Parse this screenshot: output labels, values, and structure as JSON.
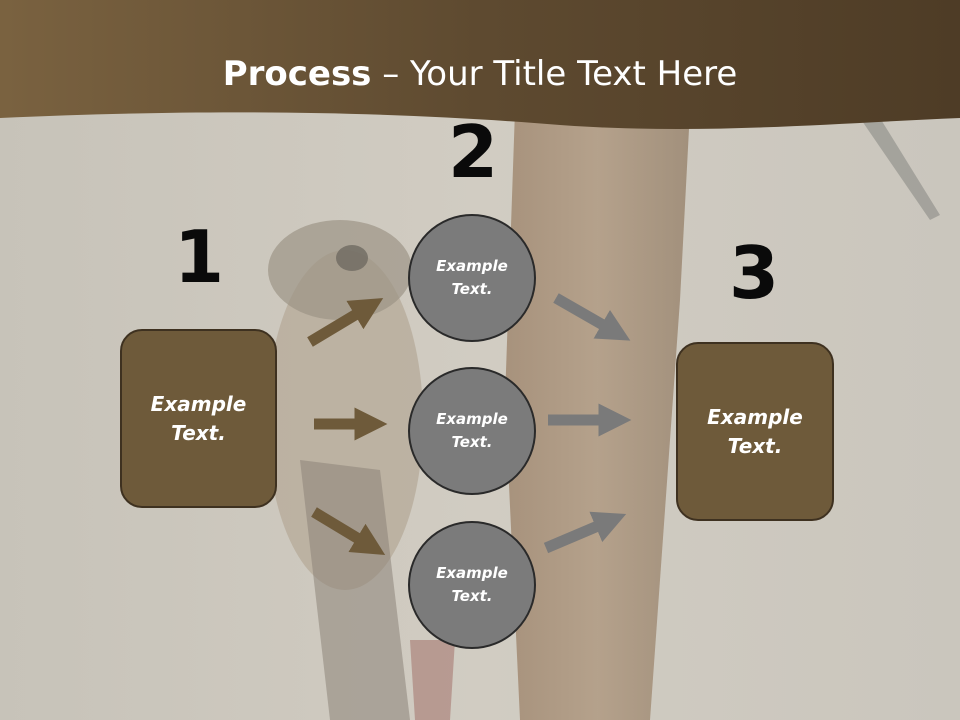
{
  "title": {
    "bold": "Process",
    "rest": " – Your Title Text Here"
  },
  "steps": {
    "one": "1",
    "two": "2",
    "three": "3"
  },
  "left_box": {
    "line1": "Example",
    "line2": "Text."
  },
  "right_box": {
    "line1": "Example",
    "line2": "Text."
  },
  "circles": [
    {
      "line1": "Example",
      "line2": "Text."
    },
    {
      "line1": "Example",
      "line2": "Text."
    },
    {
      "line1": "Example",
      "line2": "Text."
    }
  ],
  "colors": {
    "header": "#6b5638",
    "box_fill": "#6e5a3a",
    "circle_fill": "#7b7b7b",
    "brown_arrow": "#6e5a3a",
    "gray_arrow": "#7a7a7a"
  }
}
